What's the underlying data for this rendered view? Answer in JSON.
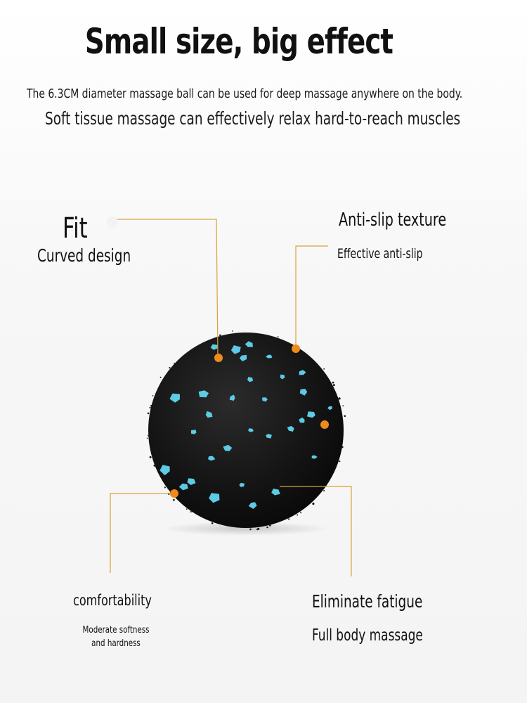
{
  "header": {
    "title": "Small size, big effect",
    "subtitle_line1": "The 6.3CM diameter massage ball can be used for deep massage anywhere on the body.",
    "subtitle_line2": "Soft tissue massage can effectively relax hard-to-reach muscles"
  },
  "features": {
    "fit": {
      "title": "Fit",
      "description": "Curved design"
    },
    "anti_slip": {
      "title": "Anti-slip texture",
      "description": "Effective anti-slip"
    },
    "comfort": {
      "title": "comfortability",
      "description": "Moderate softness and hardness"
    },
    "fatigue": {
      "title": "Eliminate fatigue",
      "description": "Full body massage"
    }
  },
  "colors": {
    "ball": "#141414",
    "speckle": "#5ccbe6",
    "callout_line": "#d9a23a",
    "callout_dot": "#f08a1c"
  }
}
